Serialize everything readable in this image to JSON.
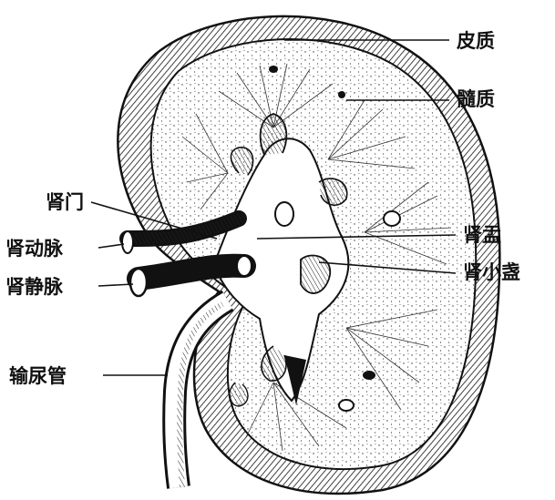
{
  "labels": {
    "cortex": "皮质",
    "medulla": "髓质",
    "hilum": "肾门",
    "renal_artery": "肾动脉",
    "renal_vein": "肾静脉",
    "ureter": "输尿管",
    "renal_pelvis": "肾盂",
    "minor_calyx": "肾小盏"
  },
  "colors": {
    "ink": "#111111",
    "background": "#ffffff"
  }
}
